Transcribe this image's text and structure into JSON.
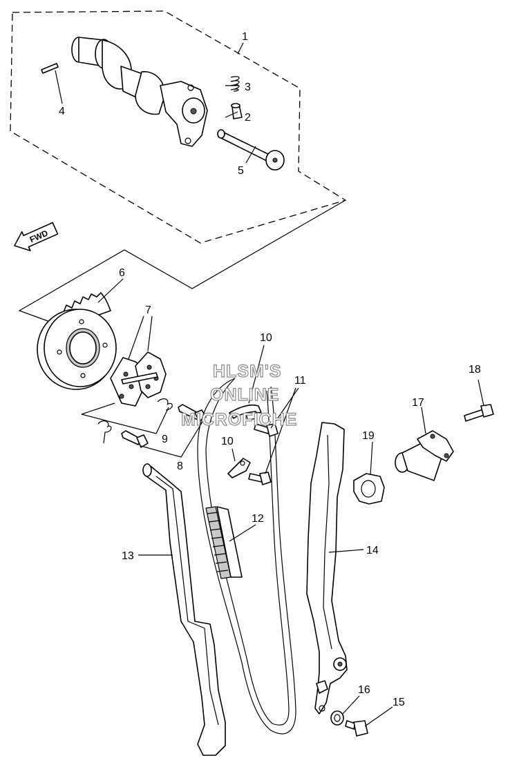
{
  "diagram": {
    "callouts": {
      "c1": "1",
      "c2": "2",
      "c3": "3",
      "c4": "4",
      "c5": "5",
      "c6": "6",
      "c7": "7",
      "c8": "8",
      "c9": "9",
      "c10a": "10",
      "c10b": "10",
      "c11": "11",
      "c12": "12",
      "c13": "13",
      "c14": "14",
      "c15": "15",
      "c16": "16",
      "c17": "17",
      "c18": "18",
      "c19": "19"
    },
    "direction_arrow": {
      "label": "FWD",
      "icon": "arrow-left-icon"
    },
    "watermark": {
      "line1": "HLSM'S",
      "line2": "ONLINE",
      "line3": "MICROFICHE"
    }
  }
}
